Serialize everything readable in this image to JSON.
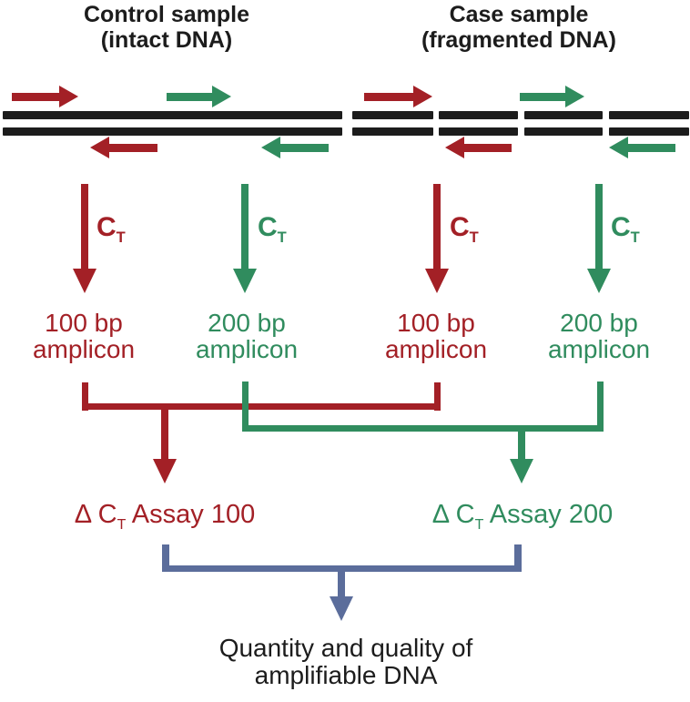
{
  "colors": {
    "red": "#A32026",
    "green": "#308C5E",
    "blue": "#5B6D9B",
    "ink": "#1C1C1C",
    "background": "#FFFFFF"
  },
  "control_header": {
    "line1": "Control sample",
    "line2": "(intact DNA)"
  },
  "case_header": {
    "line1": "Case sample",
    "line2": "(fragmented DNA)"
  },
  "ct": {
    "main": "C",
    "sub": "T"
  },
  "amplicons": [
    {
      "line1": "100 bp",
      "line2": "amplicon"
    },
    {
      "line1": "200 bp",
      "line2": "amplicon"
    },
    {
      "line1": "100 bp",
      "line2": "amplicon"
    },
    {
      "line1": "200 bp",
      "line2": "amplicon"
    }
  ],
  "assay100": {
    "prefix": "Δ C",
    "sub": "T",
    "suffix": " Assay 100"
  },
  "assay200": {
    "prefix": "Δ C",
    "sub": "T",
    "suffix": " Assay 200"
  },
  "result": {
    "line1": "Quantity and quality of",
    "line2": "amplifiable DNA"
  }
}
